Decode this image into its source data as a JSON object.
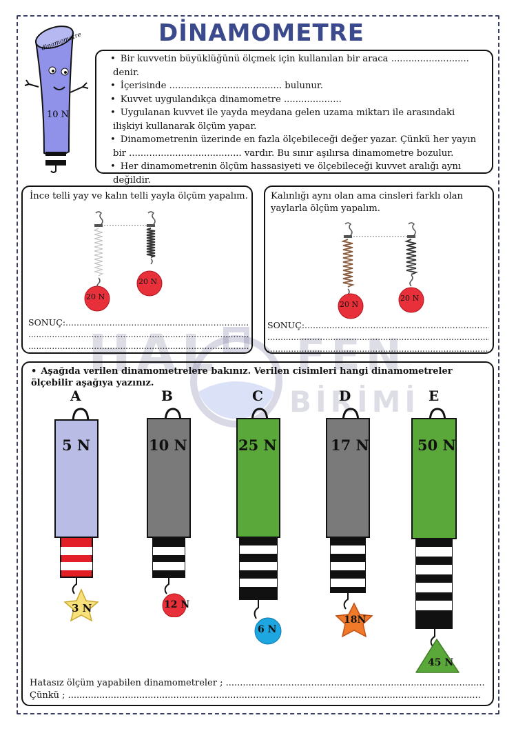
{
  "title": "DİNAMOMETRE",
  "mascot": {
    "label": "dinamometre",
    "value": "10 N"
  },
  "intro": [
    "Bir kuvvetin büyüklüğünü ölçmek için kullanılan bir araca ........................... denir.",
    "İçerisinde ....................................... bulunur.",
    "Kuvvet uygulandıkça dinamometre ....................",
    "Uygulanan kuvvet ile yayda meydana gelen uzama miktarı ile arasındaki ilişkiyi kullanarak ölçüm yapar.",
    "Dinamometrenin üzerinde en fazla ölçebileceği değer yazar. Çünkü her yayın bir ....................................... vardır. Bu sınır aşılırsa dinamometre bozulur.",
    "Her dinamometrenin ölçüm hassasiyeti ve ölçebileceği kuvvet aralığı aynı değildir."
  ],
  "left_panel": {
    "prompt": "İnce telli yay ve kalın telli yayla ölçüm yapalım.",
    "weight1": "20 N",
    "weight2": "20 N",
    "result_label": "SONUÇ:.......................................................................",
    "line2": "...........................................................................................",
    "line3": "..........................................................................................."
  },
  "right_panel": {
    "prompt": "Kalınlığı aynı olan ama cinsleri farklı olan yaylarla ölçüm yapalım.",
    "weight1": "20 N",
    "weight2": "20 N",
    "result_label": "SONUÇ:.......................................................................",
    "line2": "...........................................................................................",
    "line3": "..........................................................................................."
  },
  "bottom_panel": {
    "prompt": "Aşağıda verilen dinamometrelere bakınız. Verilen cisimleri hangi dinamometreler ölçebilir aşağıya yazınız.",
    "dynamometers": [
      {
        "letter": "A",
        "max": "5 N",
        "object": "3 N",
        "color": "#b9bde6"
      },
      {
        "letter": "B",
        "max": "10 N",
        "object": "12 N",
        "color": "#7a7a7a"
      },
      {
        "letter": "C",
        "max": "25 N",
        "object": "6 N",
        "color": "#5ba83a"
      },
      {
        "letter": "D",
        "max": "17 N",
        "object": "18N",
        "color": "#7a7a7a"
      },
      {
        "letter": "E",
        "max": "50 N",
        "object": "45 N",
        "color": "#5ba83a"
      }
    ],
    "answer_label": "Hatasız ölçüm yapabilen dinamometreler ; ...........................................................................................",
    "reason_label": "Çünkü ; ................................................................................................................................................."
  },
  "watermark": {
    "text1": "HAL",
    "text2": "FEN",
    "text3": "BİRİMİ"
  }
}
